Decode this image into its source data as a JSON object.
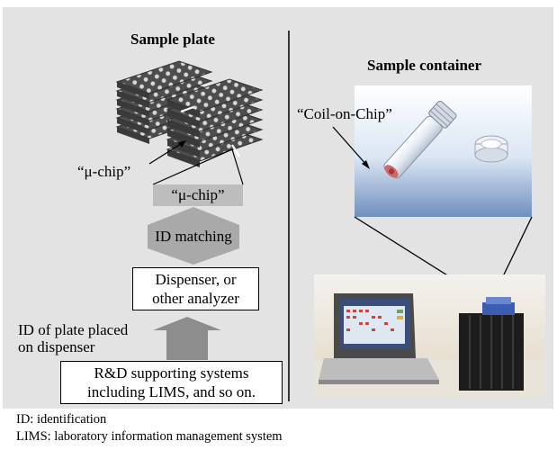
{
  "left": {
    "title": "Sample plate",
    "uchip_label_plate": "“μ-chip”",
    "uchip_label_box": "“μ-chip”",
    "id_matching": "ID matching",
    "dispenser_line1": "Dispenser, or",
    "dispenser_line2": "other analyzer",
    "id_plate_line1": "ID of plate placed",
    "id_plate_line2": "on dispenser",
    "rd_line1": "R&D supporting systems",
    "rd_line2": "including LIMS, and so on."
  },
  "right": {
    "title": "Sample container",
    "coil_label": "“Coil-on-Chip”"
  },
  "footnotes": {
    "id": "ID: identification",
    "lims": "LIMS: laboratory information management system"
  },
  "colors": {
    "panel": "#e3e3e3",
    "plate": "#505050",
    "arrow": "#a9a9a9",
    "chip_box": "#bdbdbd"
  }
}
